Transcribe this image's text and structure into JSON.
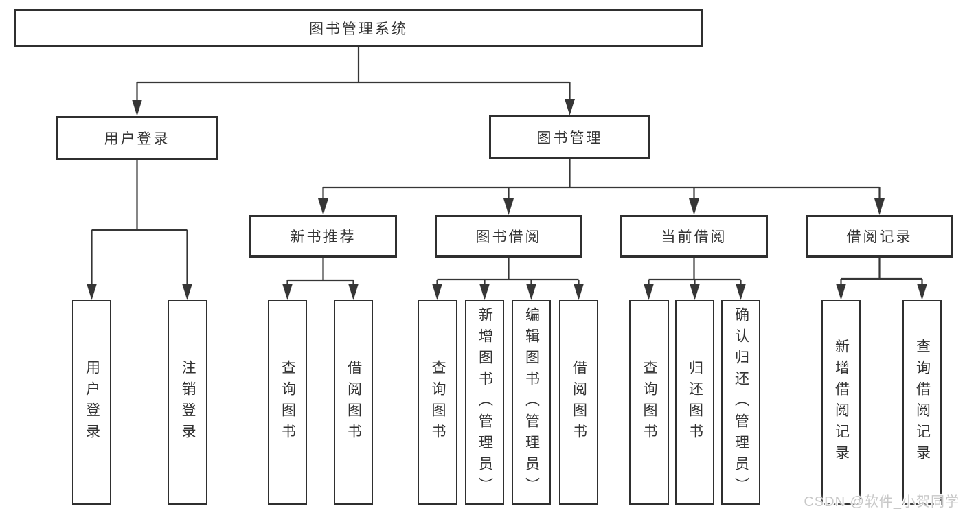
{
  "tree": {
    "root": {
      "label": "图书管理系统"
    },
    "branches": [
      {
        "label": "用户登录",
        "children": [
          {
            "label": "用户登录"
          },
          {
            "label": "注销登录"
          }
        ]
      },
      {
        "label": "图书管理",
        "children": [
          {
            "label": "新书推荐",
            "children": [
              {
                "label": "查询图书"
              },
              {
                "label": "借阅图书"
              }
            ]
          },
          {
            "label": "图书借阅",
            "children": [
              {
                "label": "查询图书"
              },
              {
                "label": "新增图书（管理员）"
              },
              {
                "label": "编辑图书（管理员）"
              },
              {
                "label": "借阅图书"
              }
            ]
          },
          {
            "label": "当前借阅",
            "children": [
              {
                "label": "查询图书"
              },
              {
                "label": "归还图书"
              },
              {
                "label": "确认归还（管理员）"
              }
            ]
          },
          {
            "label": "借阅记录",
            "children": [
              {
                "label": "新增借阅记录"
              },
              {
                "label": "查询借阅记录"
              }
            ]
          }
        ]
      }
    ]
  },
  "watermark": {
    "text": "CSDN @软件_小贺同学"
  },
  "colors": {
    "background": "#ffffff",
    "line": "#363636",
    "box_border": "#2f2f2f",
    "text": "#333333",
    "watermark_text": "#c8c8c8"
  }
}
